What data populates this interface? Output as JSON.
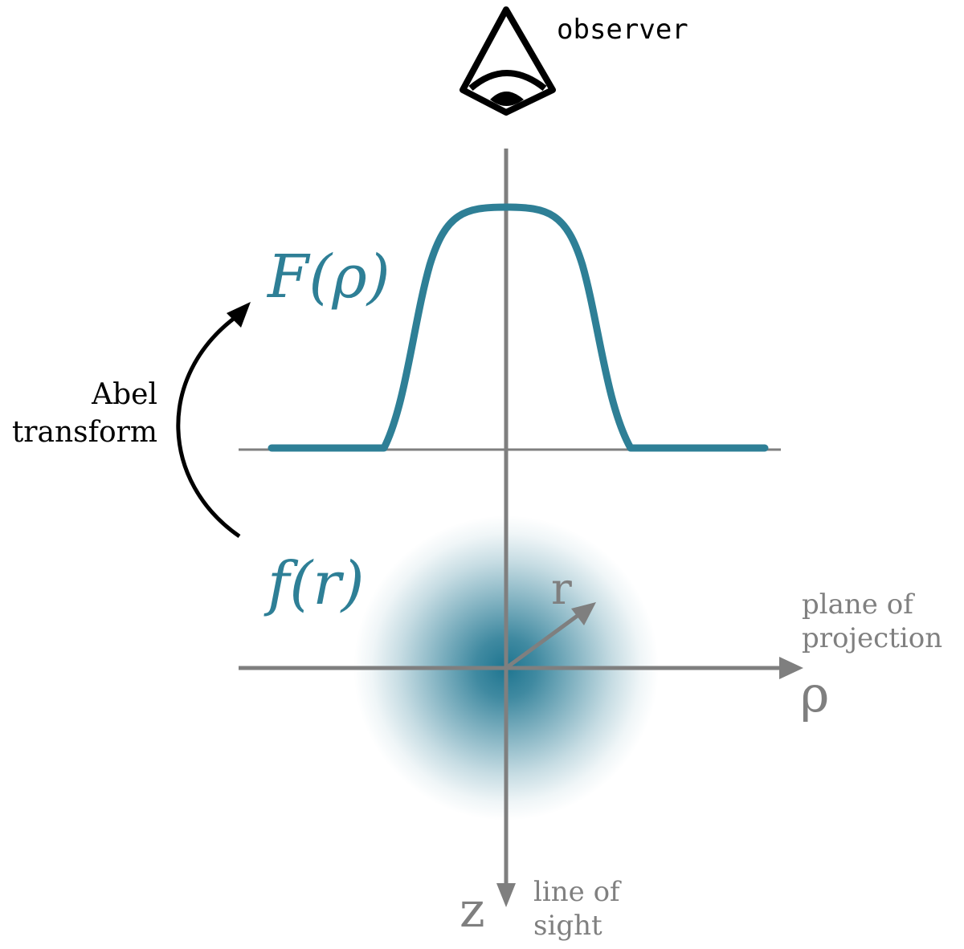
{
  "labels": {
    "observer": "observer",
    "abel_line1": "Abel",
    "abel_line2": "transform",
    "F_of_rho": "F(ρ)",
    "f_of_r": "f(r)",
    "r_vector": "r",
    "rho_axis": "ρ",
    "z_axis": "z",
    "plane_line1": "plane of",
    "plane_line2": "projection",
    "sight_line1": "line of",
    "sight_line2": "sight"
  },
  "colors": {
    "curve": "#2e7f96",
    "blob": "#1e7590",
    "axes": "#7f7f7f",
    "arrow": "#000000",
    "text": "#000000"
  },
  "icons": {
    "observer": "eye-icon"
  }
}
